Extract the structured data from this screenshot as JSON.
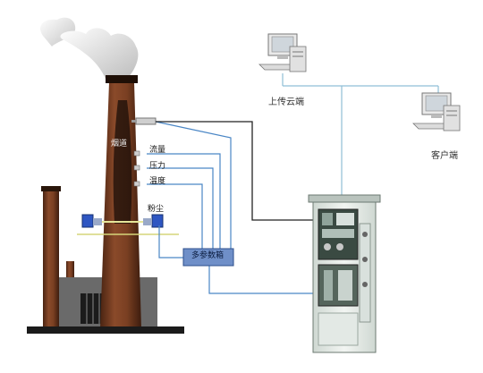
{
  "labels": {
    "cloud_upload": "上传云端",
    "client": "客户端",
    "flue": "烟道",
    "flow": "流量",
    "pressure": "压力",
    "temperature": "温度",
    "dust": "粉尘",
    "multi_param_box": "多参数箱"
  },
  "colors": {
    "chimney": "#7a3f22",
    "smoke": "#c9c9c9",
    "wire_blue": "#4a86c5",
    "wire_dark": "#222222",
    "cabinet": "#e7ede8",
    "box": "#6f8fc8"
  },
  "icons": [
    "computer-icon",
    "computer-icon",
    "chimney",
    "analyzer-cabinet"
  ]
}
